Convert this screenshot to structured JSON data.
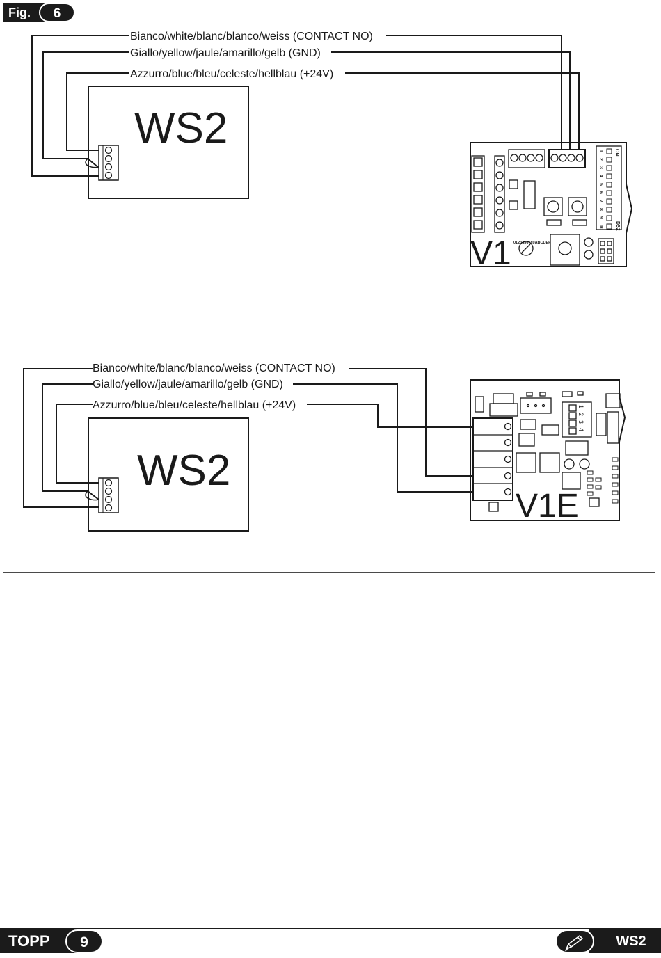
{
  "figure": {
    "label": "Fig.",
    "number": "6"
  },
  "diagram_top": {
    "wires": [
      {
        "label": "Bianco/white/blanc/blanco/weiss (CONTACT NO)"
      },
      {
        "label": "Giallo/yellow/jaule/amarillo/gelb (GND)"
      },
      {
        "label": "Azzurro/blue/bleu/celeste/hellblau (+24V)"
      }
    ],
    "device_label": "WS2",
    "board_label": "V1",
    "dip_on_label": "ON",
    "dip_numbers": [
      "1",
      "2",
      "3",
      "4",
      "5",
      "6",
      "7",
      "8",
      "9",
      "10"
    ],
    "dip_tag": "DS2",
    "rotary_digits": "0123456789ABCDEF"
  },
  "diagram_bottom": {
    "wires": [
      {
        "label": "Bianco/white/blanc/blanco/weiss (CONTACT NO)"
      },
      {
        "label": "Giallo/yellow/jaule/amarillo/gelb (GND)"
      },
      {
        "label": "Azzurro/blue/bleu/celeste/hellblau (+24V)"
      }
    ],
    "device_label": "WS2",
    "board_label": "V1E",
    "dip_numbers": [
      "1",
      "2",
      "3",
      "4"
    ]
  },
  "footer": {
    "brand": "TOPP",
    "page_number": "9",
    "product": "WS2",
    "icon": "pencil-icon"
  },
  "colors": {
    "ink": "#1a1a1a",
    "tab": "#1b1b1b",
    "paper": "#ffffff"
  }
}
